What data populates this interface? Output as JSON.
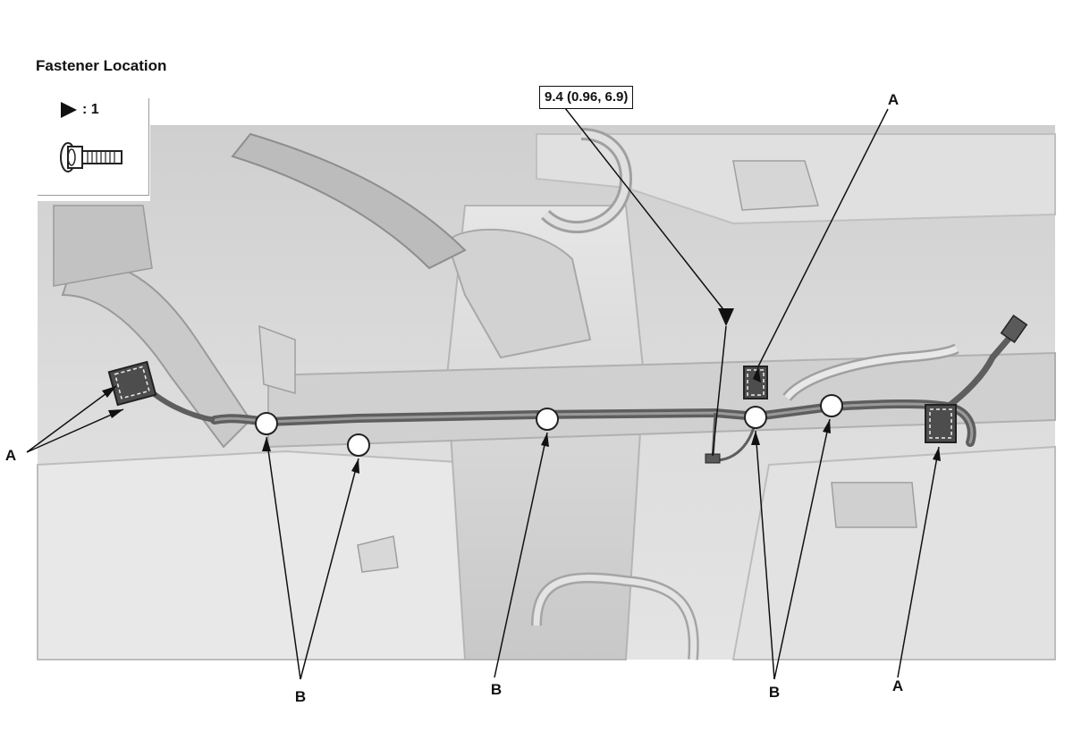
{
  "title": "Fastener Location",
  "legend": {
    "symbol_icon": "triangle-marker-icon",
    "count": ": 1",
    "fastener_icon": "flange-bolt-icon"
  },
  "torque_spec": "9.4 (0.96, 6.9)",
  "callouts": {
    "a_left": "A",
    "a_top_right": "A",
    "a_bottom_right": "A",
    "b_left": "B",
    "b_center": "B",
    "b_right": "B"
  },
  "colors": {
    "background_illustration": "#d6d6d6",
    "harness": "#6e6e6e",
    "clip_marker": "#ffffff",
    "connector": "#4a4a4a",
    "line": "#111111"
  }
}
